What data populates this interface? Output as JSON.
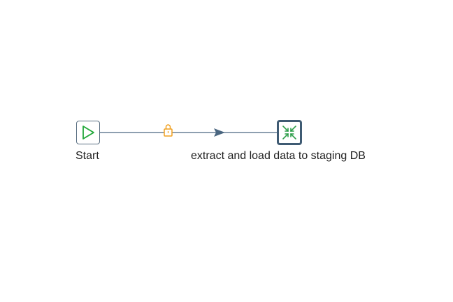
{
  "job_canvas": {
    "entries": {
      "start": {
        "label": "Start",
        "icon": "play-triangle-icon",
        "icon_color": "#22a83a"
      },
      "extract_job": {
        "label": "extract and load data to staging DB",
        "icon": "collapse-arrows-icon",
        "icon_color": "#2e9e4a"
      }
    },
    "hop": {
      "from": "Start",
      "to": "extract and load data to staging DB",
      "condition_icon": "unconditional-lock-icon",
      "line_color": "#4a6680",
      "lock_color": "#f0a020"
    }
  }
}
